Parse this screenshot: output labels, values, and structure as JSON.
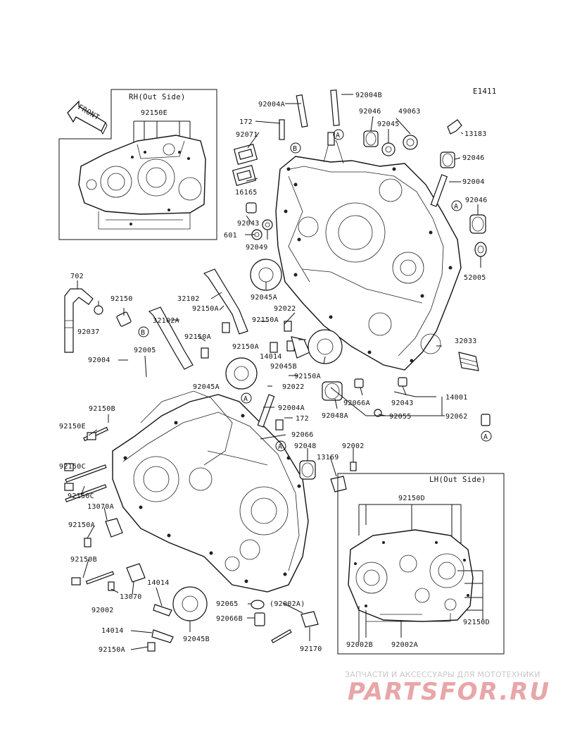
{
  "diagram_code": "E1411",
  "rh_inset": {
    "title": "RH(Out Side)",
    "front_label": "FRONT",
    "part": "92150E"
  },
  "lh_inset": {
    "title": "LH(Out Side)",
    "parts": [
      "92150D",
      "92150D",
      "92002B",
      "92002A"
    ]
  },
  "labels": {
    "p92004A_top": "92004A",
    "p92004B_top": "92004B",
    "p172_top": "172",
    "p92071": "92071",
    "p16165": "16165",
    "p92046_a": "92046",
    "p49063": "49063",
    "p92045": "92045",
    "p13183": "13183",
    "p92046_b": "92046",
    "p92004_r": "92004",
    "p92046_c": "92046",
    "p92043_a": "92043",
    "p601": "601",
    "p92049": "92049",
    "p52005": "52005",
    "p702": "702",
    "p92150": "92150",
    "p92037": "92037",
    "p32102": "32102",
    "p92150A_a": "92150A",
    "p32102A": "32102A",
    "p92150A_b": "92150A",
    "p92045A_a": "92045A",
    "p92022_a": "92022",
    "p92150A_c": "92150A",
    "p92150A_d": "92150A",
    "p14014_a": "14014",
    "p92045B_a": "92045B",
    "p92150A_e": "92150A",
    "p32033": "32033",
    "p92004_l": "92004",
    "p92005": "92005",
    "p92045A_b": "92045A",
    "p92022_b": "92022",
    "p14001": "14001",
    "p92004A_mid": "92004A",
    "p172_mid": "172",
    "p92066A": "92066A",
    "p92043_b": "92043",
    "p92048A": "92048A",
    "p92055": "92055",
    "p92062": "92062",
    "p92150B_a": "92150B",
    "p92150E": "92150E",
    "p92066": "92066",
    "p92048": "92048",
    "p92002_a": "92002",
    "p13169": "13169",
    "p92150C_a": "92150C",
    "p92150C_b": "92150C",
    "p13070A": "13070A",
    "p92150A_f": "92150A",
    "p92150B_b": "92150B",
    "p14014_b": "14014",
    "p92002_b": "92002",
    "p13070": "13070",
    "p92065": "92065",
    "p92002A_paren": "(92002A)",
    "p92066B": "92066B",
    "p14014_c": "14014",
    "p92150A_g": "92150A",
    "p92045B_b": "92045B",
    "p92170": "92170"
  },
  "callouts": {
    "A": "A",
    "B": "B"
  },
  "watermark": {
    "line1": "ЗАПЧАСТИ И АКСЕССУАРЫ ДЛЯ МОТОТЕХНИКИ",
    "line2": "PARTSFOR.RU"
  }
}
